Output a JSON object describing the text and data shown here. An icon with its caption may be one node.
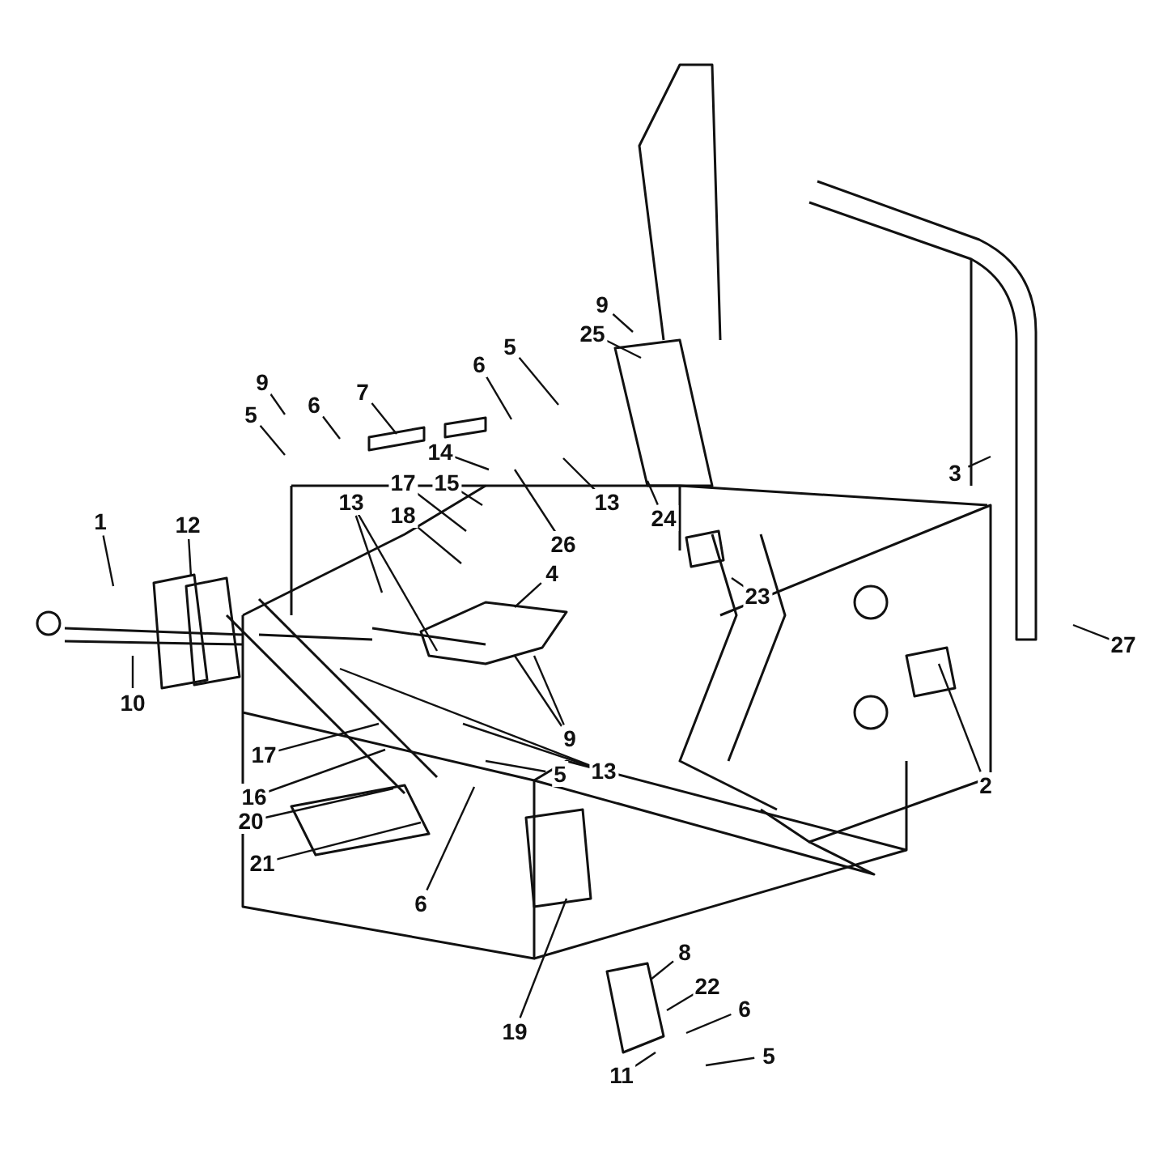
{
  "diagram": {
    "nodes": [
      {
        "text": [
          "1"
        ]
      },
      {
        "text": [
          "12"
        ]
      },
      {
        "text": [
          "10"
        ]
      },
      {
        "text": [
          "9"
        ]
      },
      {
        "text": [
          "6"
        ]
      },
      {
        "text": [
          "7"
        ]
      },
      {
        "text": [
          "5"
        ]
      },
      {
        "text": [
          "13"
        ]
      },
      {
        "text": [
          "17"
        ]
      },
      {
        "text": [
          "18"
        ]
      },
      {
        "text": [
          "14"
        ]
      },
      {
        "text": [
          "15"
        ]
      },
      {
        "text": [
          "26"
        ]
      },
      {
        "text": [
          "6"
        ]
      },
      {
        "text": [
          "5"
        ]
      },
      {
        "text": [
          "13"
        ]
      },
      {
        "text": [
          "9"
        ]
      },
      {
        "text": [
          "25"
        ]
      },
      {
        "text": [
          "3"
        ]
      },
      {
        "text": [
          "24"
        ]
      },
      {
        "text": [
          "23"
        ]
      },
      {
        "text": [
          "4"
        ]
      },
      {
        "text": [
          "9"
        ]
      },
      {
        "text": [
          "13"
        ]
      },
      {
        "text": [
          "5"
        ]
      },
      {
        "text": [
          "17"
        ]
      },
      {
        "text": [
          "16"
        ]
      },
      {
        "text": [
          "20"
        ]
      },
      {
        "text": [
          "21"
        ]
      },
      {
        "text": [
          "6"
        ]
      },
      {
        "text": [
          "19"
        ]
      },
      {
        "text": [
          "2"
        ]
      },
      {
        "text": [
          "27"
        ]
      },
      {
        "text": [
          "8"
        ]
      },
      {
        "text": [
          "22"
        ]
      },
      {
        "text": [
          "6"
        ]
      },
      {
        "text": [
          "5"
        ]
      },
      {
        "text": [
          "11"
        ]
      }
    ],
    "edges": [
      {
        "from": 0,
        "to": null,
        "arrow": "none"
      },
      {
        "from": 1,
        "to": null,
        "arrow": "none"
      },
      {
        "from": 2,
        "to": null,
        "arrow": "none"
      },
      {
        "from": 3,
        "to": null,
        "arrow": "none"
      },
      {
        "from": 4,
        "to": null,
        "arrow": "none"
      },
      {
        "from": 5,
        "to": null,
        "arrow": "none"
      },
      {
        "from": 6,
        "to": null,
        "arrow": "none"
      },
      {
        "from": 7,
        "to": null,
        "arrow": "none"
      },
      {
        "from": 7,
        "to": null,
        "arrow": "none"
      },
      {
        "from": 8,
        "to": null,
        "arrow": "none"
      },
      {
        "from": 9,
        "to": null,
        "arrow": "none"
      },
      {
        "from": 10,
        "to": null,
        "arrow": "none"
      },
      {
        "from": 11,
        "to": null,
        "arrow": "none"
      },
      {
        "from": 12,
        "to": null,
        "arrow": "none"
      },
      {
        "from": 13,
        "to": null,
        "arrow": "none"
      },
      {
        "from": 14,
        "to": null,
        "arrow": "none"
      },
      {
        "from": 15,
        "to": null,
        "arrow": "none"
      },
      {
        "from": 16,
        "to": null,
        "arrow": "none"
      },
      {
        "from": 17,
        "to": null,
        "arrow": "none"
      },
      {
        "from": 18,
        "to": null,
        "arrow": "none"
      },
      {
        "from": 19,
        "to": null,
        "arrow": "none"
      },
      {
        "from": 20,
        "to": null,
        "arrow": "none"
      },
      {
        "from": 21,
        "to": null,
        "arrow": "none"
      },
      {
        "from": 22,
        "to": null,
        "arrow": "none"
      },
      {
        "from": 22,
        "to": null,
        "arrow": "none"
      },
      {
        "from": 23,
        "to": null,
        "arrow": "none"
      },
      {
        "from": 23,
        "to": null,
        "arrow": "none"
      },
      {
        "from": 24,
        "to": null,
        "arrow": "none"
      },
      {
        "from": 25,
        "to": null,
        "arrow": "none"
      },
      {
        "from": 26,
        "to": null,
        "arrow": "none"
      },
      {
        "from": 27,
        "to": null,
        "arrow": "none"
      },
      {
        "from": 28,
        "to": null,
        "arrow": "none"
      },
      {
        "from": 29,
        "to": null,
        "arrow": "none"
      },
      {
        "from": 30,
        "to": null,
        "arrow": "none"
      },
      {
        "from": 31,
        "to": null,
        "arrow": "none"
      },
      {
        "from": 32,
        "to": null,
        "arrow": "none"
      },
      {
        "from": 33,
        "to": null,
        "arrow": "none"
      },
      {
        "from": 34,
        "to": null,
        "arrow": "none"
      },
      {
        "from": 35,
        "to": null,
        "arrow": "none"
      },
      {
        "from": 36,
        "to": null,
        "arrow": "none"
      },
      {
        "from": 37,
        "to": null,
        "arrow": "none"
      }
    ]
  }
}
